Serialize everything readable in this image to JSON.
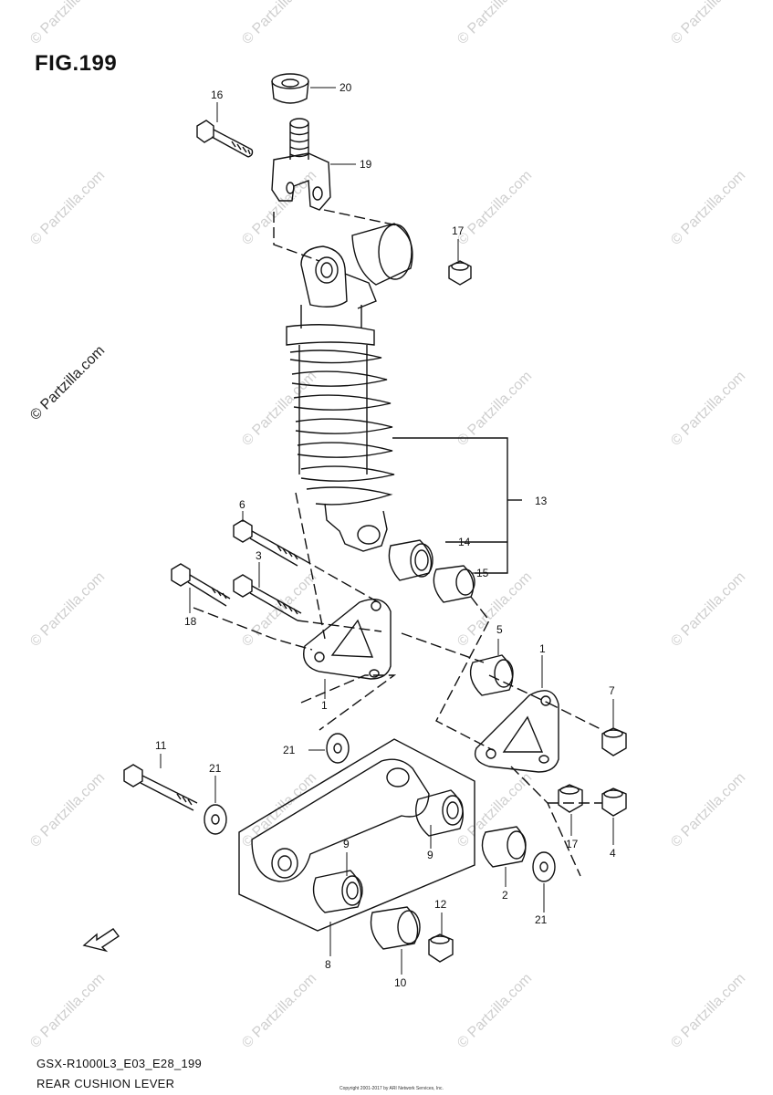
{
  "figure": {
    "title": "FIG.199",
    "code": "GSX-R1000L3_E03_E28_199",
    "name": "REAR CUSHION LEVER",
    "copyright": "Copyright 2001-2017 by ARI Network Services, Inc."
  },
  "watermark": {
    "text": "© Partzilla.com",
    "side_text": "© Partzilla.com"
  },
  "callouts": [
    {
      "id": "c20",
      "label": "20"
    },
    {
      "id": "c16",
      "label": "16"
    },
    {
      "id": "c19",
      "label": "19"
    },
    {
      "id": "c17a",
      "label": "17"
    },
    {
      "id": "c13",
      "label": "13"
    },
    {
      "id": "c6",
      "label": "6"
    },
    {
      "id": "c14",
      "label": "14"
    },
    {
      "id": "c3",
      "label": "3"
    },
    {
      "id": "c15",
      "label": "15"
    },
    {
      "id": "c18",
      "label": "18"
    },
    {
      "id": "c5",
      "label": "5"
    },
    {
      "id": "c1a",
      "label": "1"
    },
    {
      "id": "c1b",
      "label": "1"
    },
    {
      "id": "c7",
      "label": "7"
    },
    {
      "id": "c11",
      "label": "11"
    },
    {
      "id": "c21a",
      "label": "21"
    },
    {
      "id": "c21b",
      "label": "21"
    },
    {
      "id": "c9a",
      "label": "9"
    },
    {
      "id": "c9b",
      "label": "9"
    },
    {
      "id": "c17b",
      "label": "17"
    },
    {
      "id": "c4",
      "label": "4"
    },
    {
      "id": "c2",
      "label": "2"
    },
    {
      "id": "c21c",
      "label": "21"
    },
    {
      "id": "c12",
      "label": "12"
    },
    {
      "id": "c8",
      "label": "8"
    },
    {
      "id": "c10",
      "label": "10"
    }
  ],
  "fwd_icon": {
    "label": "FWD"
  }
}
